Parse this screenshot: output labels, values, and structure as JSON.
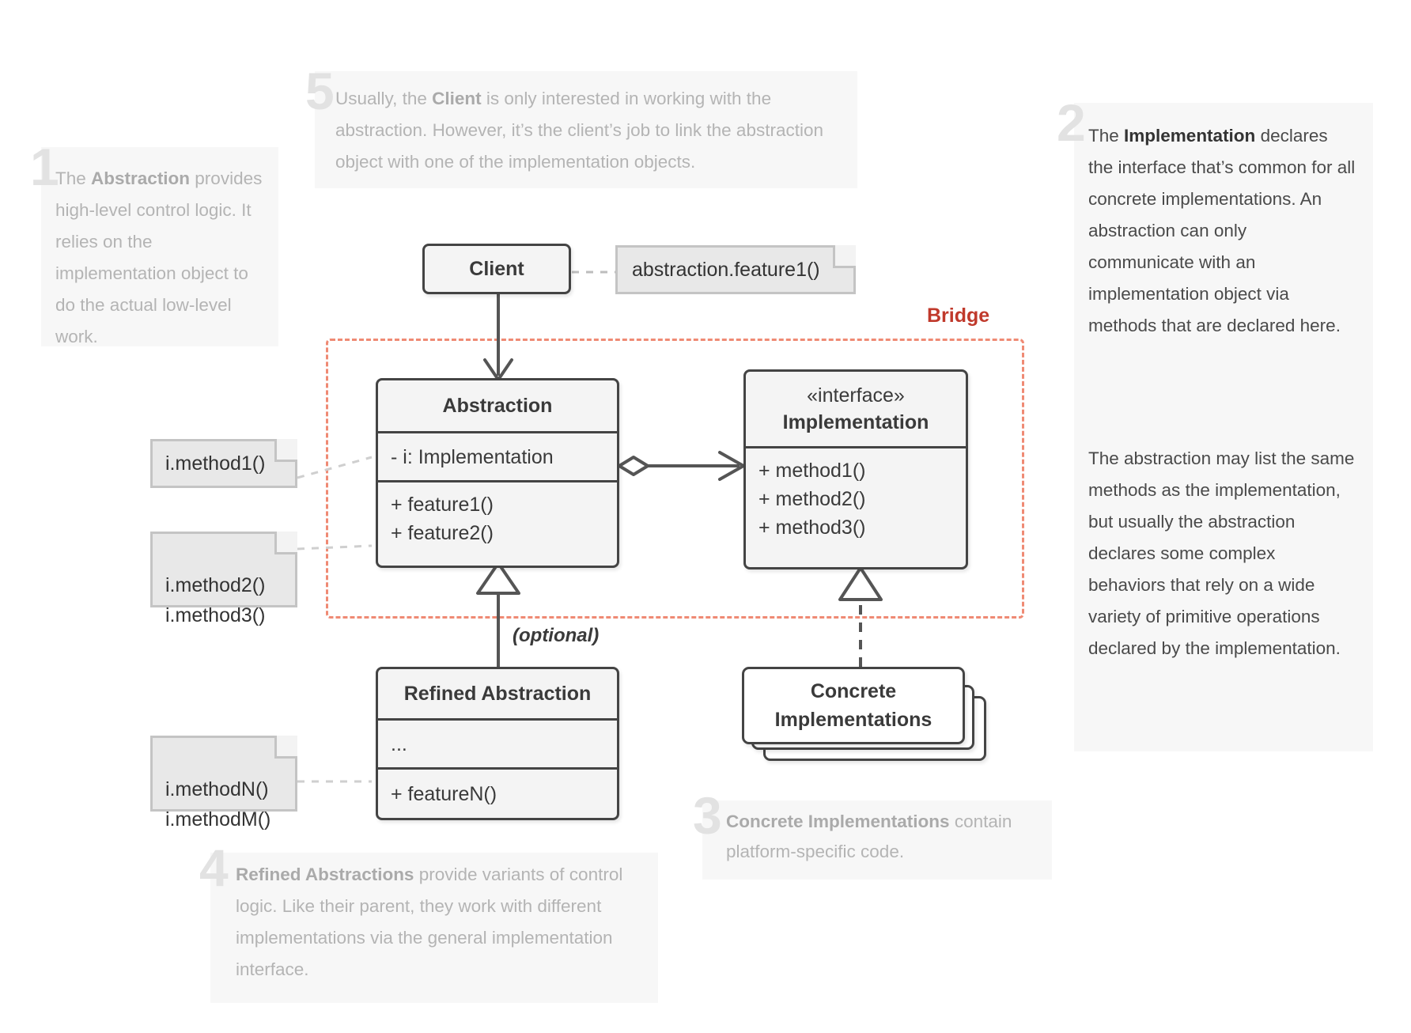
{
  "diagram": {
    "title": "Bridge Design Pattern Structure",
    "bridge_label": "Bridge",
    "optional_label": "(optional)",
    "accent_color": "#ef8a74",
    "bridge_text_color": "#c0392b",
    "box_border_color": "#444444",
    "note_fill": "#e8e8e8"
  },
  "boxes": {
    "client": {
      "title": "Client"
    },
    "abstraction": {
      "title": "Abstraction",
      "fields": [
        "- i: Implementation"
      ],
      "methods": [
        "+ feature1()",
        "+ feature2()"
      ]
    },
    "implementation": {
      "stereotype": "«interface»",
      "title": "Implementation",
      "methods": [
        "+ method1()",
        "+ method2()",
        "+ method3()"
      ]
    },
    "refined_abstraction": {
      "title": "Refined Abstraction",
      "fields": [
        "..."
      ],
      "methods": [
        "+ featureN()"
      ]
    },
    "concrete_implementations": {
      "line1": "Concrete",
      "line2": "Implementations"
    }
  },
  "notes": {
    "client_note": "abstraction.feature1()",
    "method1_note": "i.method1()",
    "method23_note": "i.method2()\ni.method3()",
    "methodnm_note": "i.methodN()\ni.methodM()"
  },
  "callouts": {
    "one": {
      "number": "1",
      "text_parts": [
        {
          "text": "The ",
          "bold": false
        },
        {
          "text": "Abstraction",
          "bold": true
        },
        {
          "text": " provides high-level control logic. It relies on the implementation object to do the actual low-level work.",
          "bold": false
        }
      ],
      "plain": "The Abstraction provides high-level control logic. It relies on the implementation object to do the actual low-level work."
    },
    "two": {
      "number": "2",
      "paragraph1_parts": [
        {
          "text": "The ",
          "bold": false
        },
        {
          "text": "Implementation",
          "bold": true
        },
        {
          "text": " declares the interface that’s common for all concrete implementations. An abstraction can only communicate with an implementation object via methods that are declared here.",
          "bold": false
        }
      ],
      "paragraph2": "The abstraction may list the same methods as the implementation, but usually the abstraction declares some complex behaviors that rely on a wide variety of primitive operations declared by the implementation."
    },
    "three": {
      "number": "3",
      "text_parts": [
        {
          "text": "Concrete Implementations",
          "bold": true
        },
        {
          "text": " contain platform-specific code.",
          "bold": false
        }
      ]
    },
    "four": {
      "number": "4",
      "text_parts": [
        {
          "text": "Refined Abstractions",
          "bold": true
        },
        {
          "text": " provide variants of control logic. Like their parent, they work with different implementations via the general implementation interface.",
          "bold": false
        }
      ]
    },
    "five": {
      "number": "5",
      "text_parts": [
        {
          "text": "Usually, the ",
          "bold": false
        },
        {
          "text": "Client",
          "bold": true
        },
        {
          "text": " is only interested in working with the abstraction. However, it’s the client’s job to link the abstraction object with one of the implementation objects.",
          "bold": false
        }
      ]
    }
  },
  "relations": [
    {
      "name": "client-to-abstraction",
      "type": "association-arrow",
      "from": "Client",
      "to": "Abstraction"
    },
    {
      "name": "abstraction-to-implementation",
      "type": "aggregation",
      "from": "Abstraction",
      "to": "Implementation"
    },
    {
      "name": "refined-abstraction-inherits-abstraction",
      "type": "inheritance",
      "from": "Refined Abstraction",
      "to": "Abstraction"
    },
    {
      "name": "concrete-implements-implementation",
      "type": "realization",
      "from": "Concrete Implementations",
      "to": "Implementation"
    }
  ]
}
